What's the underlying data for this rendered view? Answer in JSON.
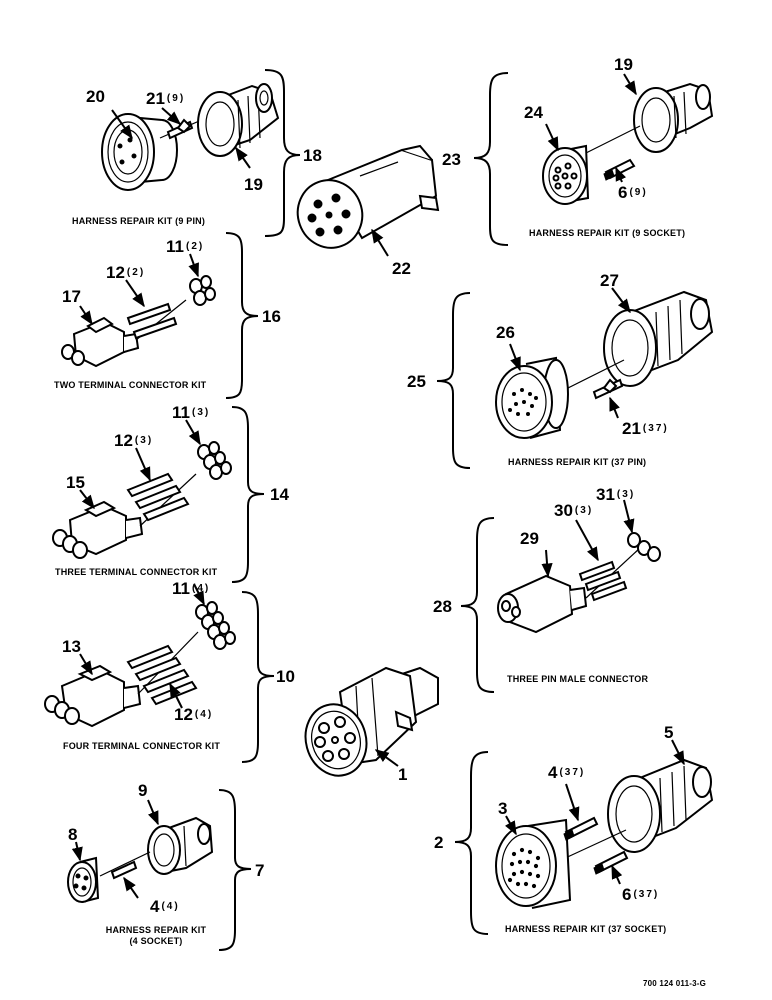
{
  "figure_code": "700 124 011-3-G",
  "captions": {
    "harness_9pin": "HARNESS REPAIR KIT (9 PIN)",
    "harness_9socket": "HARNESS REPAIR KIT (9 SOCKET)",
    "two_terminal": "TWO TERMINAL CONNECTOR KIT",
    "harness_37pin": "HARNESS REPAIR KIT (37 PIN)",
    "three_terminal": "THREE TERMINAL CONNECTOR KIT",
    "three_pin_male": "THREE PIN MALE CONNECTOR",
    "four_terminal": "FOUR TERMINAL CONNECTOR KIT",
    "harness_4socket_l1": "HARNESS REPAIR KIT",
    "harness_4socket_l2": "(4 SOCKET)",
    "harness_37socket": "HARNESS REPAIR KIT (37 SOCKET)"
  },
  "callouts": {
    "c1": {
      "num": "1",
      "qty": ""
    },
    "c2": {
      "num": "2",
      "qty": ""
    },
    "c3": {
      "num": "3",
      "qty": ""
    },
    "c4_37": {
      "num": "4",
      "qty": "(37)"
    },
    "c4_4": {
      "num": "4",
      "qty": "(4)"
    },
    "c5": {
      "num": "5",
      "qty": ""
    },
    "c6_9": {
      "num": "6",
      "qty": "(9)"
    },
    "c6_37": {
      "num": "6",
      "qty": "(37)"
    },
    "c7": {
      "num": "7",
      "qty": ""
    },
    "c8": {
      "num": "8",
      "qty": ""
    },
    "c9": {
      "num": "9",
      "qty": ""
    },
    "c10": {
      "num": "10",
      "qty": ""
    },
    "c11_2": {
      "num": "11",
      "qty": "(2)"
    },
    "c11_3": {
      "num": "11",
      "qty": "(3)"
    },
    "c11_4": {
      "num": "11",
      "qty": "(4)"
    },
    "c12_2": {
      "num": "12",
      "qty": "(2)"
    },
    "c12_3": {
      "num": "12",
      "qty": "(3)"
    },
    "c12_4": {
      "num": "12",
      "qty": "(4)"
    },
    "c13": {
      "num": "13",
      "qty": ""
    },
    "c14": {
      "num": "14",
      "qty": ""
    },
    "c15": {
      "num": "15",
      "qty": ""
    },
    "c16": {
      "num": "16",
      "qty": ""
    },
    "c17": {
      "num": "17",
      "qty": ""
    },
    "c18": {
      "num": "18",
      "qty": ""
    },
    "c19_a": {
      "num": "19",
      "qty": ""
    },
    "c19_b": {
      "num": "19",
      "qty": ""
    },
    "c20": {
      "num": "20",
      "qty": ""
    },
    "c21_9": {
      "num": "21",
      "qty": "(9)"
    },
    "c21_37": {
      "num": "21",
      "qty": "(37)"
    },
    "c22": {
      "num": "22",
      "qty": ""
    },
    "c23": {
      "num": "23",
      "qty": ""
    },
    "c24": {
      "num": "24",
      "qty": ""
    },
    "c25": {
      "num": "25",
      "qty": ""
    },
    "c26": {
      "num": "26",
      "qty": ""
    },
    "c27": {
      "num": "27",
      "qty": ""
    },
    "c28": {
      "num": "28",
      "qty": ""
    },
    "c29": {
      "num": "29",
      "qty": ""
    },
    "c30": {
      "num": "30",
      "qty": "(3)"
    },
    "c31": {
      "num": "31",
      "qty": "(3)"
    }
  }
}
